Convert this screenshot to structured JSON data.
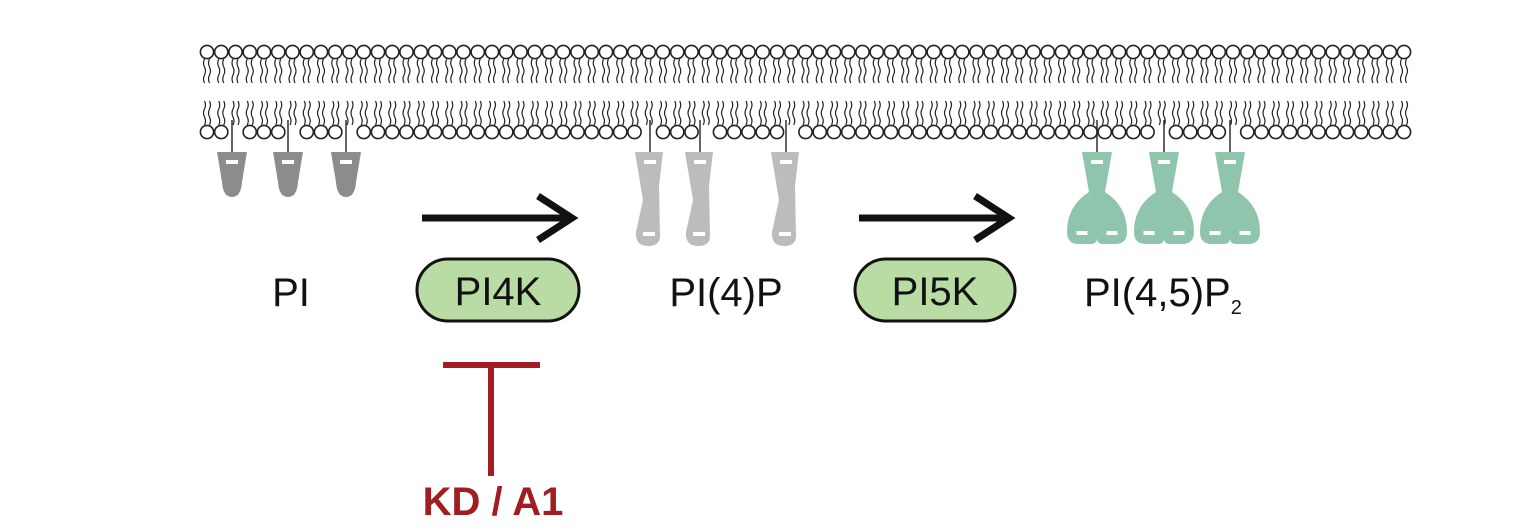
{
  "colors": {
    "membrane_stroke": "#222222",
    "pi_lipid": "#8c8c8c",
    "pi4p_lipid": "#bcbcbc",
    "pip2_lipid": "#8fc4ad",
    "enzyme_fill": "#b9dca4",
    "arrow": "#111111",
    "inhibitor": "#a11d22"
  },
  "species": {
    "pi": {
      "label": "PI"
    },
    "pi4p": {
      "label": "PI(4)P"
    },
    "pip2": {
      "label": "PI(4,5)P",
      "subscript": "2"
    }
  },
  "enzymes": {
    "pi4k": {
      "label": "PI4K"
    },
    "pi5k": {
      "label": "PI5K"
    }
  },
  "inhibitor": {
    "label": "KD / A1"
  },
  "icons": [
    "lipid-bilayer-membrane",
    "phosphoinositide-headgroup",
    "reaction-arrow",
    "inhibition-bar"
  ]
}
